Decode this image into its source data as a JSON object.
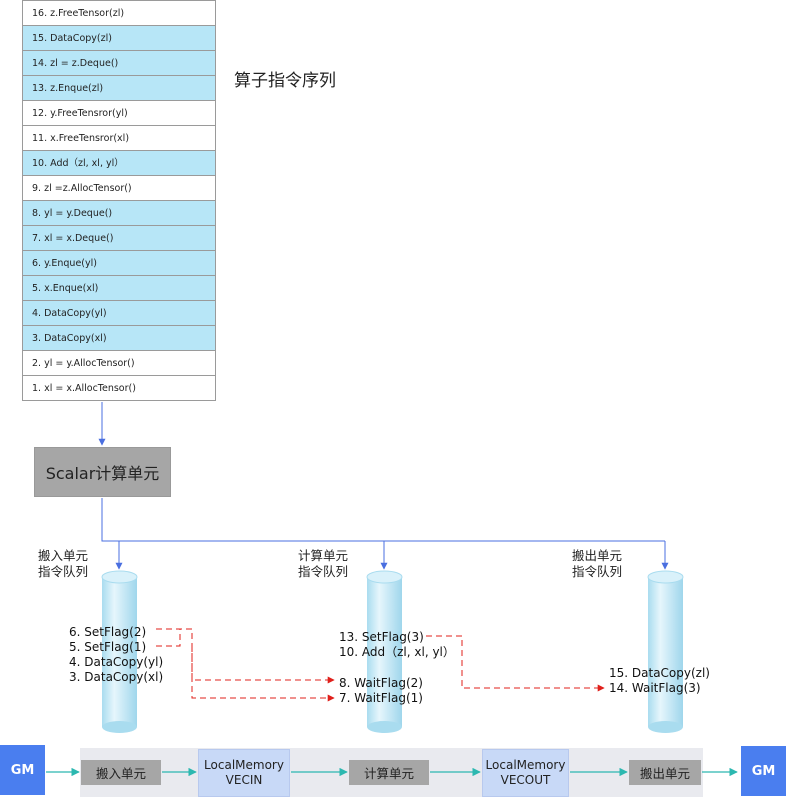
{
  "instruction_list": {
    "title": "算子指令序列",
    "rows": [
      {
        "text": "16. z.FreeTensor(zl)",
        "highlight": false
      },
      {
        "text": "15. DataCopy(zl)",
        "highlight": true
      },
      {
        "text": "14. zl = z.Deque()",
        "highlight": true
      },
      {
        "text": "13. z.Enque(zl)",
        "highlight": true
      },
      {
        "text": "12. y.FreeTensror(yl)",
        "highlight": false
      },
      {
        "text": "11. x.FreeTensror(xl)",
        "highlight": false
      },
      {
        "text": "10.  Add（zl, xl, yl）",
        "highlight": true
      },
      {
        "text": "9. zl =z.AllocTensor()",
        "highlight": false
      },
      {
        "text": "8. yl = y.Deque()",
        "highlight": true
      },
      {
        "text": "7. xl = x.Deque()",
        "highlight": true
      },
      {
        "text": "6. y.Enque(yl)",
        "highlight": true
      },
      {
        "text": "5. x.Enque(xl)",
        "highlight": true
      },
      {
        "text": "4. DataCopy(yl)",
        "highlight": true
      },
      {
        "text": "3. DataCopy(xl)",
        "highlight": true
      },
      {
        "text": "2. yl = y.AllocTensor()",
        "highlight": false
      },
      {
        "text": "1. xl = x.AllocTensor()",
        "highlight": false
      }
    ]
  },
  "scalar_unit": {
    "label": "Scalar计算单元"
  },
  "queues": {
    "move_in": {
      "label_line1": "搬入单元",
      "label_line2": "指令队列",
      "lines": [
        "6. SetFlag(2)",
        "5. SetFlag(1)",
        "4. DataCopy(yl)",
        "3. DataCopy(xl)"
      ]
    },
    "compute": {
      "label_line1": "计算单元",
      "label_line2": "指令队列",
      "lines_top": [
        "13. SetFlag(3)",
        "10.  Add（zl, xl, yl）"
      ],
      "lines_bottom": [
        "8. WaitFlag(2)",
        "7. WaitFlag(1)"
      ]
    },
    "move_out": {
      "label_line1": "搬出单元",
      "label_line2": "指令队列",
      "lines": [
        "15. DataCopy(zl)",
        "14.  WaitFlag(3)"
      ]
    }
  },
  "pipeline": {
    "gm_left": "GM",
    "move_in_unit": "搬入单元",
    "vecin_line1": "LocalMemory",
    "vecin_line2": "VECIN",
    "compute_unit": "计算单元",
    "vecout_line1": "LocalMemory",
    "vecout_line2": "VECOUT",
    "move_out_unit": "搬出单元",
    "gm_right": "GM"
  },
  "colors": {
    "highlight_row": "#b7e6f7",
    "scalar_box": "#a6a6a6",
    "queue_cylinder": "#bfe7f6",
    "control_arrow": "#4a6fe0",
    "flag_arrow": "#e0201b",
    "data_arrow": "#2cb8b0",
    "gm_box": "#4a7eef",
    "local_memory": "#c8d9f7"
  }
}
